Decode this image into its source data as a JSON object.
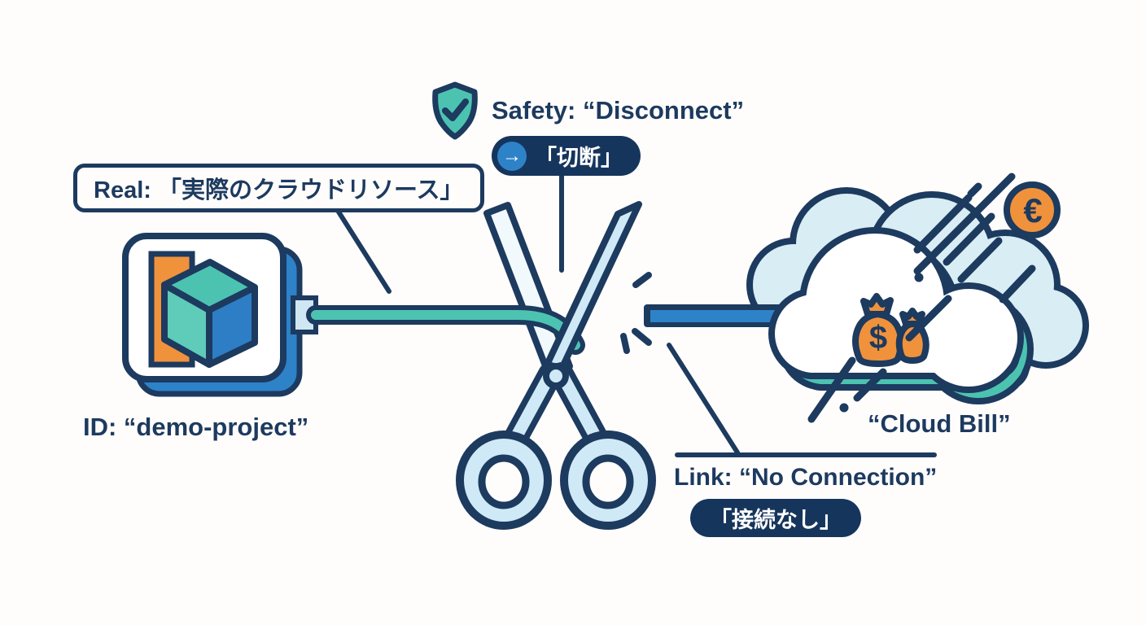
{
  "diagram": {
    "title_hint": "cutting the link between a demo project and real cloud billing",
    "labels": {
      "real": "Real: 「実際のクラウドリソース」",
      "safety": "Safety: “Disconnect”",
      "cut_badge": "「切断」",
      "cut_badge_arrow": "→",
      "project_id": "ID: “demo-project”",
      "cloud_bill": "“Cloud Bill”",
      "link": "Link: “No Connection”",
      "no_connection_badge": "「接続なし」",
      "dollar_symbol": "$",
      "euro_symbol": "€"
    },
    "icons": [
      "shield-check-icon",
      "arrow-right-icon",
      "cube-package-icon",
      "scissors-icon",
      "cloud-icon",
      "money-bag-icon",
      "euro-coin-icon"
    ],
    "colors": {
      "navy": "#1d3a5f",
      "teal": "#4cc3b1",
      "teal_light": "#5fcbb9",
      "blue": "#2e82c8",
      "pale_cloud": "#d9edf5",
      "blade_blue": "#cfe9f6",
      "orange": "#f0923c",
      "pill_navy": "#16355c",
      "background": "#fefdfc"
    }
  }
}
